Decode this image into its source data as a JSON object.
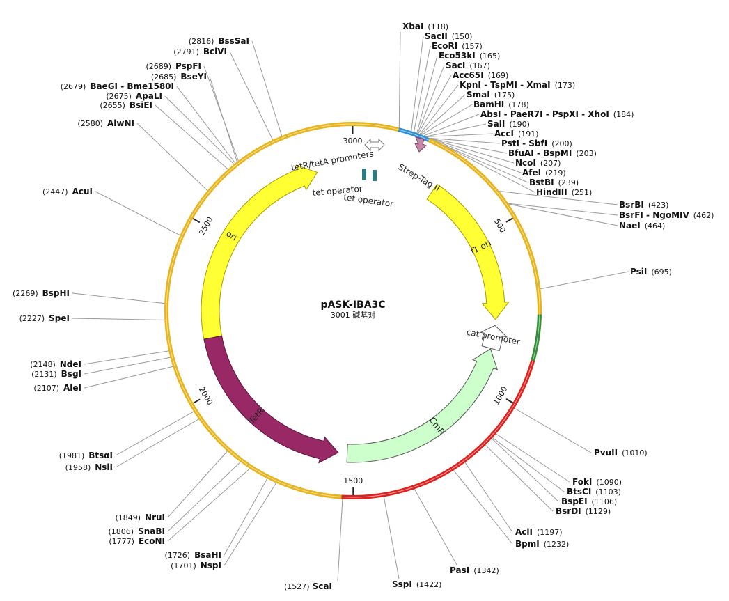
{
  "plasmid": {
    "name": "pASK-IBA3C",
    "size_text": "3001 碱基对",
    "length": 3001
  },
  "backbone_colors": {
    "default": "#e8b41c",
    "segments": [
      {
        "start": 118,
        "end": 200,
        "color": "#2b8ed8"
      },
      {
        "start": 200,
        "end": 1000,
        "color": "#e8b41c"
      },
      {
        "start": 760,
        "end": 880,
        "color": "#2f8f3a"
      },
      {
        "start": 880,
        "end": 1530,
        "color": "#e02020"
      }
    ]
  },
  "ticks": [
    {
      "pos": 3000,
      "label": "3000"
    },
    {
      "pos": 500,
      "label": "500"
    },
    {
      "pos": 1000,
      "label": "1000"
    },
    {
      "pos": 1500,
      "label": "1500"
    },
    {
      "pos": 2000,
      "label": "2000"
    },
    {
      "pos": 2500,
      "label": "2500"
    }
  ],
  "features": [
    {
      "name": "ori",
      "label": "ori",
      "start": 2150,
      "end": 2880,
      "radius": 205,
      "color": "#ffff33",
      "stroke": "#a89a00",
      "direction": "cw"
    },
    {
      "name": "f1-ori",
      "label": "f1 ori",
      "start": 280,
      "end": 780,
      "radius": 205,
      "color": "#ffff33",
      "stroke": "#a89a00",
      "direction": "cw"
    },
    {
      "name": "cmr",
      "label": "CmR",
      "start": 880,
      "end": 1520,
      "radius": 205,
      "color": "#ccffcc",
      "stroke": "#555555",
      "direction": "ccw"
    },
    {
      "name": "tetr",
      "label": "TetR",
      "start": 1550,
      "end": 2160,
      "radius": 205,
      "color": "#992966",
      "stroke": "#5a1438",
      "direction": "ccw"
    },
    {
      "name": "cat-promoter",
      "label": "cat promoter",
      "start": 800,
      "end": 878,
      "radius": 205,
      "color": "#ffffff",
      "stroke": "#555555",
      "direction": "ccw"
    }
  ],
  "small_features": {
    "tet_promoters_label": "tetR/tetA promoters",
    "tet_operator_1": "tet operator",
    "tet_operator_2": "tet operator",
    "strep_tag": "Strep-Tag II"
  },
  "enzymes_right": [
    {
      "name": "XbaI",
      "pos": "(118)",
      "site": 118
    },
    {
      "name": "SacII",
      "pos": "(150)",
      "site": 150
    },
    {
      "name": "EcoRI",
      "pos": "(157)",
      "site": 157
    },
    {
      "name": "Eco53kI",
      "pos": "(165)",
      "site": 165
    },
    {
      "name": "SacI",
      "pos": "(167)",
      "site": 167
    },
    {
      "name": "Acc65I",
      "pos": "(169)",
      "site": 169
    },
    {
      "name": "KpnI - TspMI - XmaI",
      "pos": "(173)",
      "site": 173
    },
    {
      "name": "SmaI",
      "pos": "(175)",
      "site": 175
    },
    {
      "name": "BamHI",
      "pos": "(178)",
      "site": 178
    },
    {
      "name": "AbsI - PaeR7I - PspXI - XhoI",
      "pos": "(184)",
      "site": 184
    },
    {
      "name": "SalI",
      "pos": "(190)",
      "site": 190
    },
    {
      "name": "AccI",
      "pos": "(191)",
      "site": 191
    },
    {
      "name": "PstI - SbfI",
      "pos": "(200)",
      "site": 200
    },
    {
      "name": "BfuAI - BspMI",
      "pos": "(203)",
      "site": 203
    },
    {
      "name": "NcoI",
      "pos": "(207)",
      "site": 207
    },
    {
      "name": "AfeI",
      "pos": "(219)",
      "site": 219
    },
    {
      "name": "BstBI",
      "pos": "(239)",
      "site": 239
    },
    {
      "name": "HindIII",
      "pos": "(251)",
      "site": 251
    },
    {
      "name": "BsrBI",
      "pos": "(423)",
      "site": 423
    },
    {
      "name": "BsrFI - NgoMIV",
      "pos": "(462)",
      "site": 462
    },
    {
      "name": "NaeI",
      "pos": "(464)",
      "site": 464
    },
    {
      "name": "PsiI",
      "pos": "(695)",
      "site": 695
    },
    {
      "name": "PvuII",
      "pos": "(1010)",
      "site": 1010
    },
    {
      "name": "FokI",
      "pos": "(1090)",
      "site": 1090
    },
    {
      "name": "BtsCI",
      "pos": "(1103)",
      "site": 1103
    },
    {
      "name": "BspEI",
      "pos": "(1106)",
      "site": 1106
    },
    {
      "name": "BsrDI",
      "pos": "(1129)",
      "site": 1129
    },
    {
      "name": "AclI",
      "pos": "(1197)",
      "site": 1197
    },
    {
      "name": "BpmI",
      "pos": "(1232)",
      "site": 1232
    },
    {
      "name": "PasI",
      "pos": "(1342)",
      "site": 1342
    },
    {
      "name": "SspI",
      "pos": "(1422)",
      "site": 1422
    },
    {
      "name": "ScaI",
      "pos": "(1527)",
      "site": 1527
    }
  ],
  "enzymes_left": [
    {
      "name": "BssSaI",
      "pos": "(2816)",
      "site": 2816
    },
    {
      "name": "BciVI",
      "pos": "(2791)",
      "site": 2791
    },
    {
      "name": "PspFI",
      "pos": "(2689)",
      "site": 2689
    },
    {
      "name": "BseYI",
      "pos": "(2685)",
      "site": 2685
    },
    {
      "name": "BaeGI - Bme1580I",
      "pos": "(2679)",
      "site": 2679
    },
    {
      "name": "ApaLI",
      "pos": "(2675)",
      "site": 2675
    },
    {
      "name": "BsiEI",
      "pos": "(2655)",
      "site": 2655
    },
    {
      "name": "AlwNI",
      "pos": "(2580)",
      "site": 2580
    },
    {
      "name": "AcuI",
      "pos": "(2447)",
      "site": 2447
    },
    {
      "name": "BspHI",
      "pos": "(2269)",
      "site": 2269
    },
    {
      "name": "SpeI",
      "pos": "(2227)",
      "site": 2227
    },
    {
      "name": "NdeI",
      "pos": "(2148)",
      "site": 2148
    },
    {
      "name": "BsgI",
      "pos": "(2131)",
      "site": 2131
    },
    {
      "name": "AleI",
      "pos": "(2107)",
      "site": 2107
    },
    {
      "name": "BtsαI",
      "pos": "(1981)",
      "site": 1981
    },
    {
      "name": "NsiI",
      "pos": "(1958)",
      "site": 1958
    },
    {
      "name": "NruI",
      "pos": "(1849)",
      "site": 1849
    },
    {
      "name": "SnaBI",
      "pos": "(1806)",
      "site": 1806
    },
    {
      "name": "EcoNI",
      "pos": "(1777)",
      "site": 1777
    },
    {
      "name": "BsaHI",
      "pos": "(1726)",
      "site": 1726
    },
    {
      "name": "NspI",
      "pos": "(1701)",
      "site": 1701
    }
  ]
}
